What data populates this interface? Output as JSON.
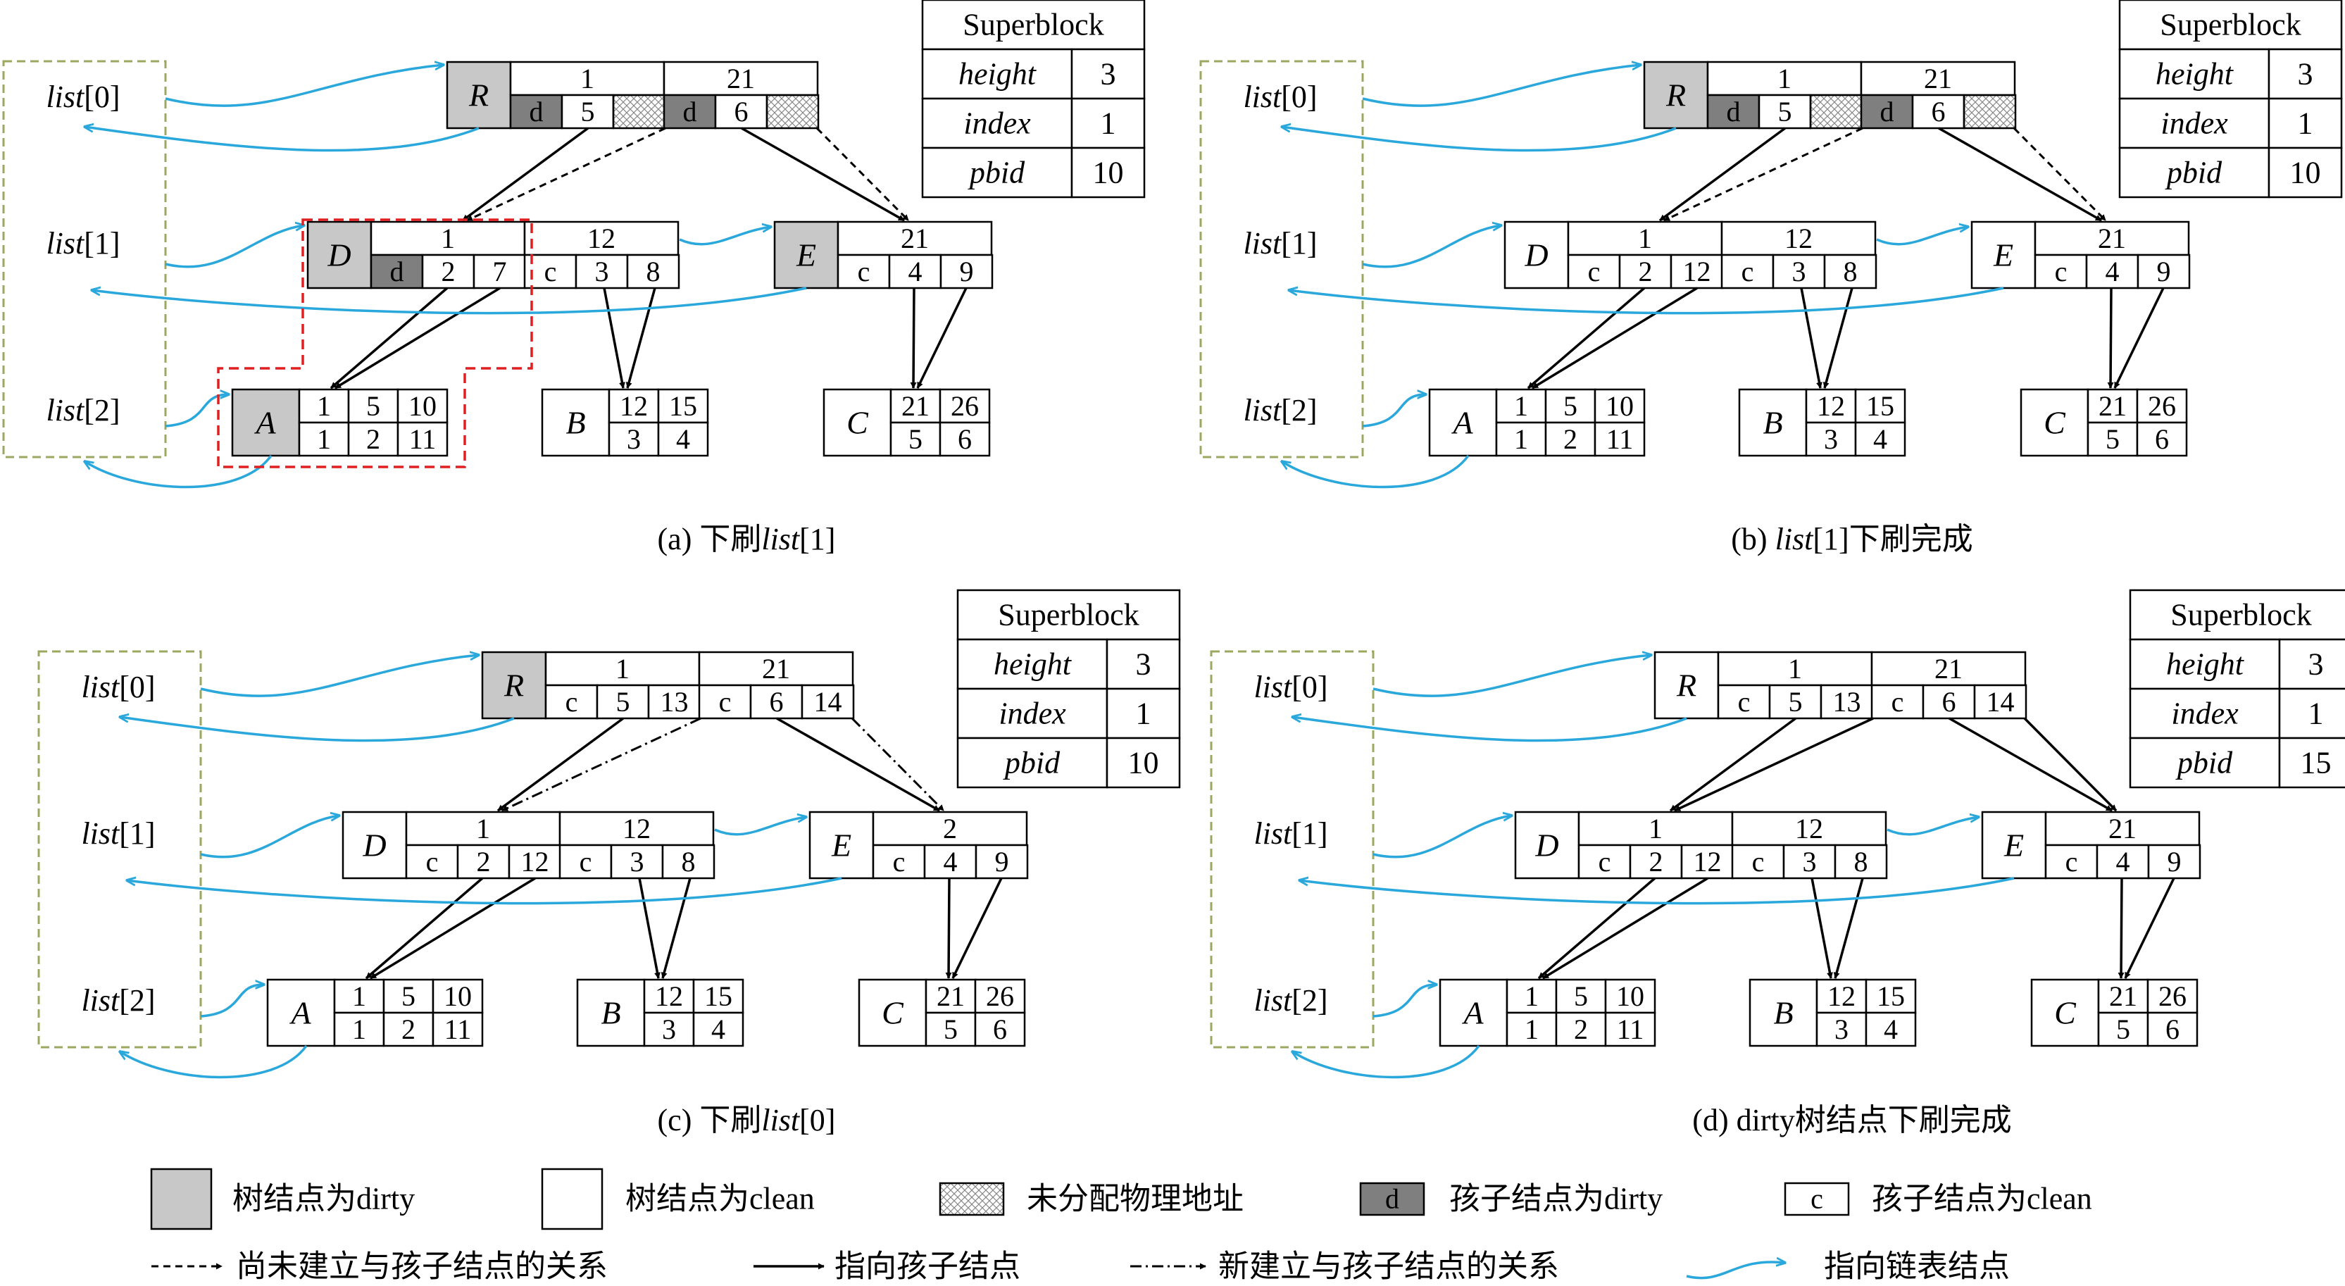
{
  "panels": [
    {
      "id": "a",
      "caption_prefix": "(a)  下刷",
      "caption_em": "list",
      "caption_suffix": "[1]",
      "list_labels": [
        "list[0]",
        "list[1]",
        "list[2]"
      ],
      "superblock": {
        "title": "Superblock",
        "rows": [
          [
            "height",
            "3"
          ],
          [
            "index",
            "1"
          ],
          [
            "pbid",
            "10"
          ]
        ]
      },
      "nodes": {
        "R": {
          "name": "R",
          "dirty": true,
          "keys": [
            "1",
            "21"
          ],
          "ptrs": [
            [
              "d",
              "5",
              "X"
            ],
            [
              "d",
              "6",
              "X"
            ]
          ]
        },
        "D": {
          "name": "D",
          "dirty": true,
          "keys": [
            "1",
            "12"
          ],
          "ptrs": [
            [
              "d",
              "2",
              "7"
            ],
            [
              "c",
              "3",
              "8"
            ]
          ]
        },
        "E": {
          "name": "E",
          "dirty": true,
          "keys": [
            "21"
          ],
          "ptrs": [
            [
              "c",
              "4",
              "9"
            ]
          ]
        },
        "A": {
          "name": "A",
          "dirty": true,
          "rows": [
            [
              "1",
              "5",
              "10"
            ],
            [
              "1",
              "2",
              "11"
            ]
          ]
        },
        "B": {
          "name": "B",
          "dirty": false,
          "rows": [
            [
              "12",
              "15"
            ],
            [
              "3",
              "4"
            ]
          ]
        },
        "C": {
          "name": "C",
          "dirty": false,
          "rows": [
            [
              "21",
              "26"
            ],
            [
              "5",
              "6"
            ]
          ]
        }
      }
    },
    {
      "id": "b",
      "caption_prefix": "(b)  ",
      "caption_em": "list",
      "caption_suffix": "[1]下刷完成",
      "list_labels": [
        "list[0]",
        "list[1]",
        "list[2]"
      ],
      "superblock": {
        "title": "Superblock",
        "rows": [
          [
            "height",
            "3"
          ],
          [
            "index",
            "1"
          ],
          [
            "pbid",
            "10"
          ]
        ]
      },
      "nodes": {
        "R": {
          "name": "R",
          "dirty": true,
          "keys": [
            "1",
            "21"
          ],
          "ptrs": [
            [
              "d",
              "5",
              "X"
            ],
            [
              "d",
              "6",
              "X"
            ]
          ]
        },
        "D": {
          "name": "D",
          "dirty": false,
          "keys": [
            "1",
            "12"
          ],
          "ptrs": [
            [
              "c",
              "2",
              "12"
            ],
            [
              "c",
              "3",
              "8"
            ]
          ]
        },
        "E": {
          "name": "E",
          "dirty": false,
          "keys": [
            "21"
          ],
          "ptrs": [
            [
              "c",
              "4",
              "9"
            ]
          ]
        },
        "A": {
          "name": "A",
          "dirty": false,
          "rows": [
            [
              "1",
              "5",
              "10"
            ],
            [
              "1",
              "2",
              "11"
            ]
          ]
        },
        "B": {
          "name": "B",
          "dirty": false,
          "rows": [
            [
              "12",
              "15"
            ],
            [
              "3",
              "4"
            ]
          ]
        },
        "C": {
          "name": "C",
          "dirty": false,
          "rows": [
            [
              "21",
              "26"
            ],
            [
              "5",
              "6"
            ]
          ]
        }
      }
    },
    {
      "id": "c",
      "caption_prefix": "(c)  下刷",
      "caption_em": "list",
      "caption_suffix": "[0]",
      "list_labels": [
        "list[0]",
        "list[1]",
        "list[2]"
      ],
      "superblock": {
        "title": "Superblock",
        "rows": [
          [
            "height",
            "3"
          ],
          [
            "index",
            "1"
          ],
          [
            "pbid",
            "10"
          ]
        ]
      },
      "nodes": {
        "R": {
          "name": "R",
          "dirty": true,
          "keys": [
            "1",
            "21"
          ],
          "ptrs": [
            [
              "c",
              "5",
              "13"
            ],
            [
              "c",
              "6",
              "14"
            ]
          ]
        },
        "D": {
          "name": "D",
          "dirty": false,
          "keys": [
            "1",
            "12"
          ],
          "ptrs": [
            [
              "c",
              "2",
              "12"
            ],
            [
              "c",
              "3",
              "8"
            ]
          ]
        },
        "E": {
          "name": "E",
          "dirty": false,
          "keys": [
            "2"
          ],
          "ptrs": [
            [
              "c",
              "4",
              "9"
            ]
          ]
        },
        "A": {
          "name": "A",
          "dirty": false,
          "rows": [
            [
              "1",
              "5",
              "10"
            ],
            [
              "1",
              "2",
              "11"
            ]
          ]
        },
        "B": {
          "name": "B",
          "dirty": false,
          "rows": [
            [
              "12",
              "15"
            ],
            [
              "3",
              "4"
            ]
          ]
        },
        "C": {
          "name": "C",
          "dirty": false,
          "rows": [
            [
              "21",
              "26"
            ],
            [
              "5",
              "6"
            ]
          ]
        }
      }
    },
    {
      "id": "d",
      "caption_prefix": "(d)  dirty树结点下刷完成",
      "caption_em": "",
      "caption_suffix": "",
      "list_labels": [
        "list[0]",
        "list[1]",
        "list[2]"
      ],
      "superblock": {
        "title": "Superblock",
        "rows": [
          [
            "height",
            "3"
          ],
          [
            "index",
            "1"
          ],
          [
            "pbid",
            "15"
          ]
        ]
      },
      "nodes": {
        "R": {
          "name": "R",
          "dirty": false,
          "keys": [
            "1",
            "21"
          ],
          "ptrs": [
            [
              "c",
              "5",
              "13"
            ],
            [
              "c",
              "6",
              "14"
            ]
          ]
        },
        "D": {
          "name": "D",
          "dirty": false,
          "keys": [
            "1",
            "12"
          ],
          "ptrs": [
            [
              "c",
              "2",
              "12"
            ],
            [
              "c",
              "3",
              "8"
            ]
          ]
        },
        "E": {
          "name": "E",
          "dirty": false,
          "keys": [
            "21"
          ],
          "ptrs": [
            [
              "c",
              "4",
              "9"
            ]
          ]
        },
        "A": {
          "name": "A",
          "dirty": false,
          "rows": [
            [
              "1",
              "5",
              "10"
            ],
            [
              "1",
              "2",
              "11"
            ]
          ]
        },
        "B": {
          "name": "B",
          "dirty": false,
          "rows": [
            [
              "12",
              "15"
            ],
            [
              "3",
              "4"
            ]
          ]
        },
        "C": {
          "name": "C",
          "dirty": false,
          "rows": [
            [
              "21",
              "26"
            ],
            [
              "5",
              "6"
            ]
          ]
        }
      }
    }
  ],
  "legend": {
    "dirty_node": "树结点为dirty",
    "clean_node": "树结点为clean",
    "unallocated": "未分配物理地址",
    "child_dirty_mark": "d",
    "child_dirty": "孩子结点为dirty",
    "child_clean_mark": "c",
    "child_clean": "孩子结点为clean",
    "not_yet_relation": "尚未建立与孩子结点的关系",
    "points_to_child": "指向孩子结点",
    "new_relation": "新建立与孩子结点的关系",
    "points_to_list": "指向链表结点"
  },
  "colors": {
    "dirty_fill": "#c8c8c8",
    "d_mark_fill": "#7f7f7f",
    "list_box": "#9aa860",
    "list_arrow": "#2aa8dc",
    "highlight": "#e02020"
  }
}
